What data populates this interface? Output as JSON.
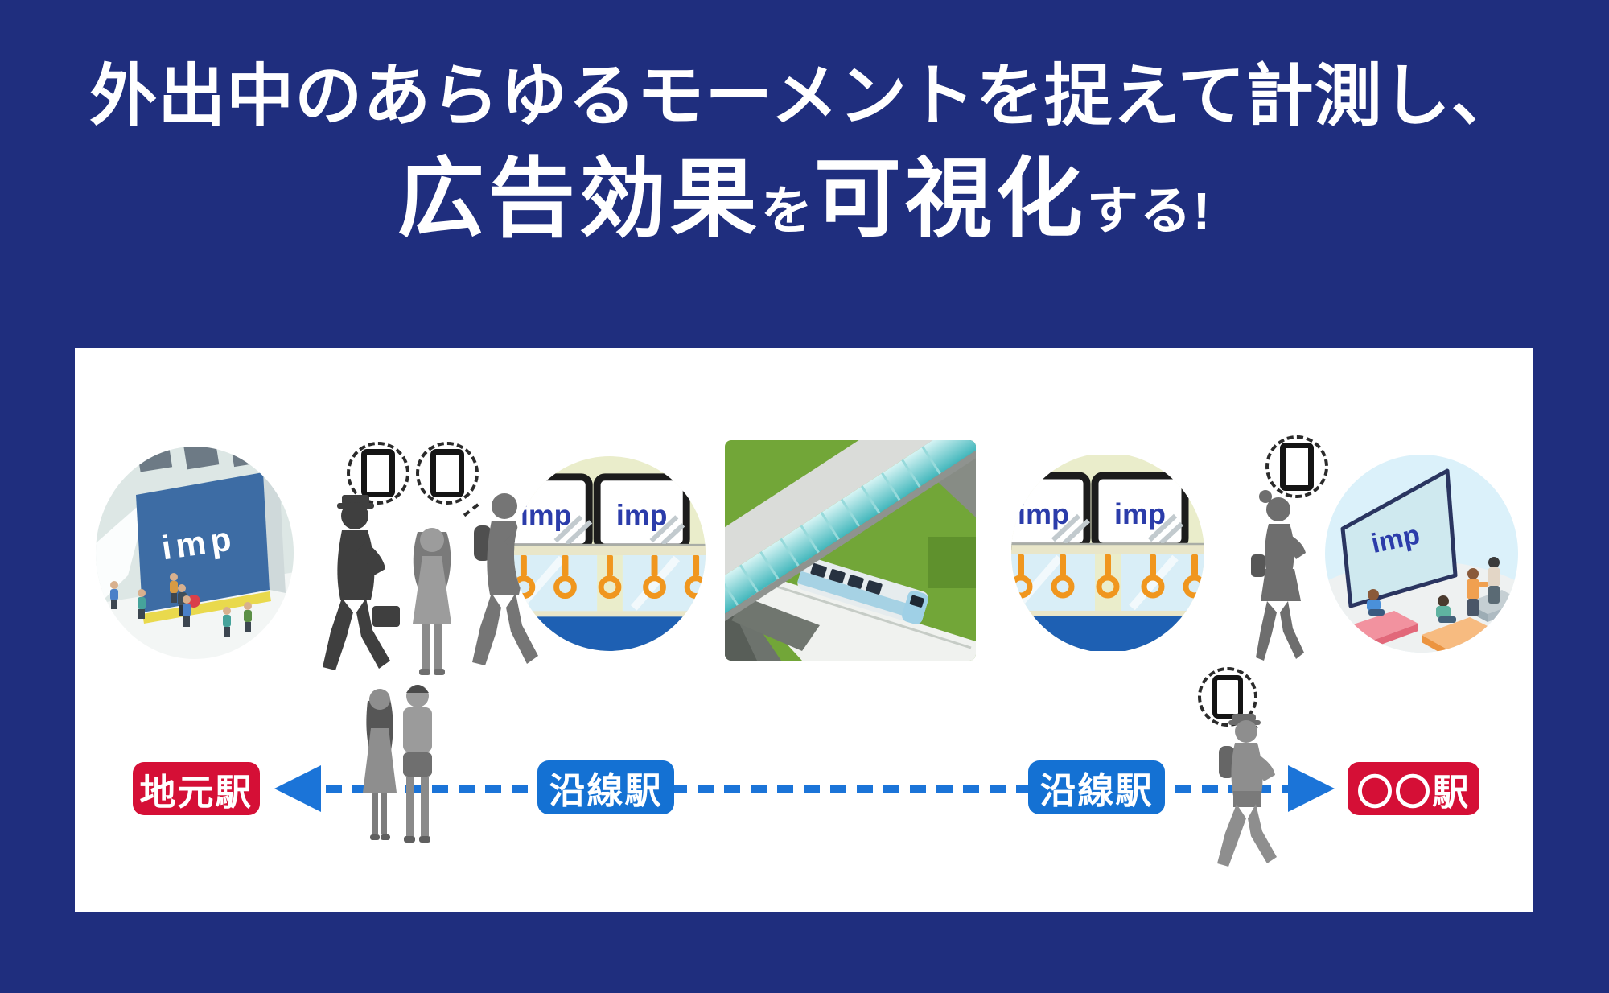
{
  "colors": {
    "background": "#1f2e7e",
    "panel": "#ffffff",
    "headline_text": "#ffffff",
    "station_red": "#d50f36",
    "station_blue": "#1471d3",
    "route_dash_blue": "#1b74d8",
    "imp_text_blue": "#2b3caa",
    "billboard_blue": "#3d6ca4",
    "strap_orange": "#f0961e",
    "train_interior_bg": "#eaedcb",
    "train_interior_bottom_blue": "#1e60b3",
    "grass_green": "#72a638"
  },
  "heading": {
    "line1": "外出中のあらゆるモーメントを捉えて計測し、",
    "line2_part1": "広告効果",
    "line2_part2": "を",
    "line2_part3": "可視化",
    "line2_part4": "する!"
  },
  "diagram": {
    "scenes": {
      "station_billboard": {
        "imp": "imp"
      },
      "train_interior_1": {
        "imp_left": "imp",
        "imp_right": "imp"
      },
      "train_interior_2": {
        "imp_left": "imp",
        "imp_right": "imp"
      },
      "home_screen": {
        "imp": "imp"
      }
    },
    "timeline": {
      "station_home": "地元駅",
      "station_line_1": "沿線駅",
      "station_line_2": "沿線駅",
      "station_destination": "〇〇駅"
    }
  }
}
